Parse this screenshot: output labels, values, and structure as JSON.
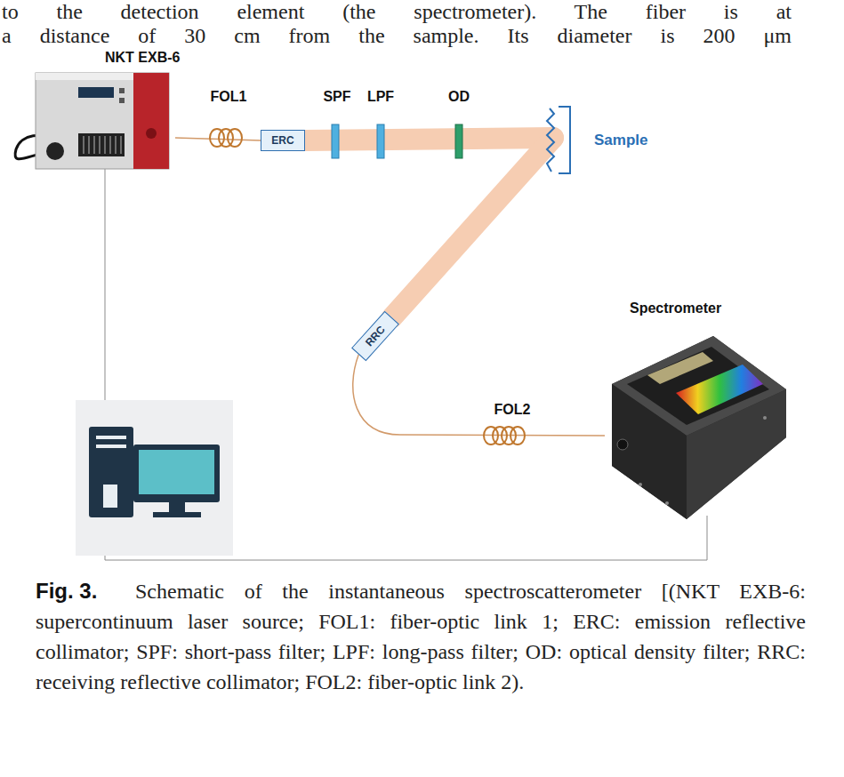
{
  "diagram": {
    "caption": "Schematic of the instantaneous spectroscatterometer [(NKT EXB-6: supercontinuum laser source; FOL1: fiber-optic link 1; ERC: emission reflective collimator; SPF: short-pass filter; LPF: long-pass filter; OD: optical density filter; RRC: receiving reflective collimator; FOL2: fiber-optic link 2).",
    "nodes": [
      {
        "text": [
          "NKT EXB-6"
        ]
      },
      {
        "text": [
          "ERC"
        ]
      },
      {
        "text": [
          "Sample"
        ]
      },
      {
        "text": [
          "RRC"
        ]
      },
      {
        "text": [
          "Spectrometer"
        ]
      }
    ],
    "edges": [
      {
        "from": 0,
        "to": 1,
        "arrow": "none",
        "label": "FOL1"
      },
      {
        "from": 1,
        "to": 2,
        "arrow": "none"
      },
      {
        "from": 2,
        "to": 3,
        "arrow": "none"
      },
      {
        "from": 3,
        "to": 4,
        "arrow": "none",
        "label": "FOL2"
      }
    ],
    "labels": [
      "to the detection element (the spectrometer). The fiber is at",
      "a distance of 30 cm from the sample. Its diameter is 200 μm",
      "SPF",
      "LPF",
      "OD",
      "Fig. 3."
    ]
  }
}
